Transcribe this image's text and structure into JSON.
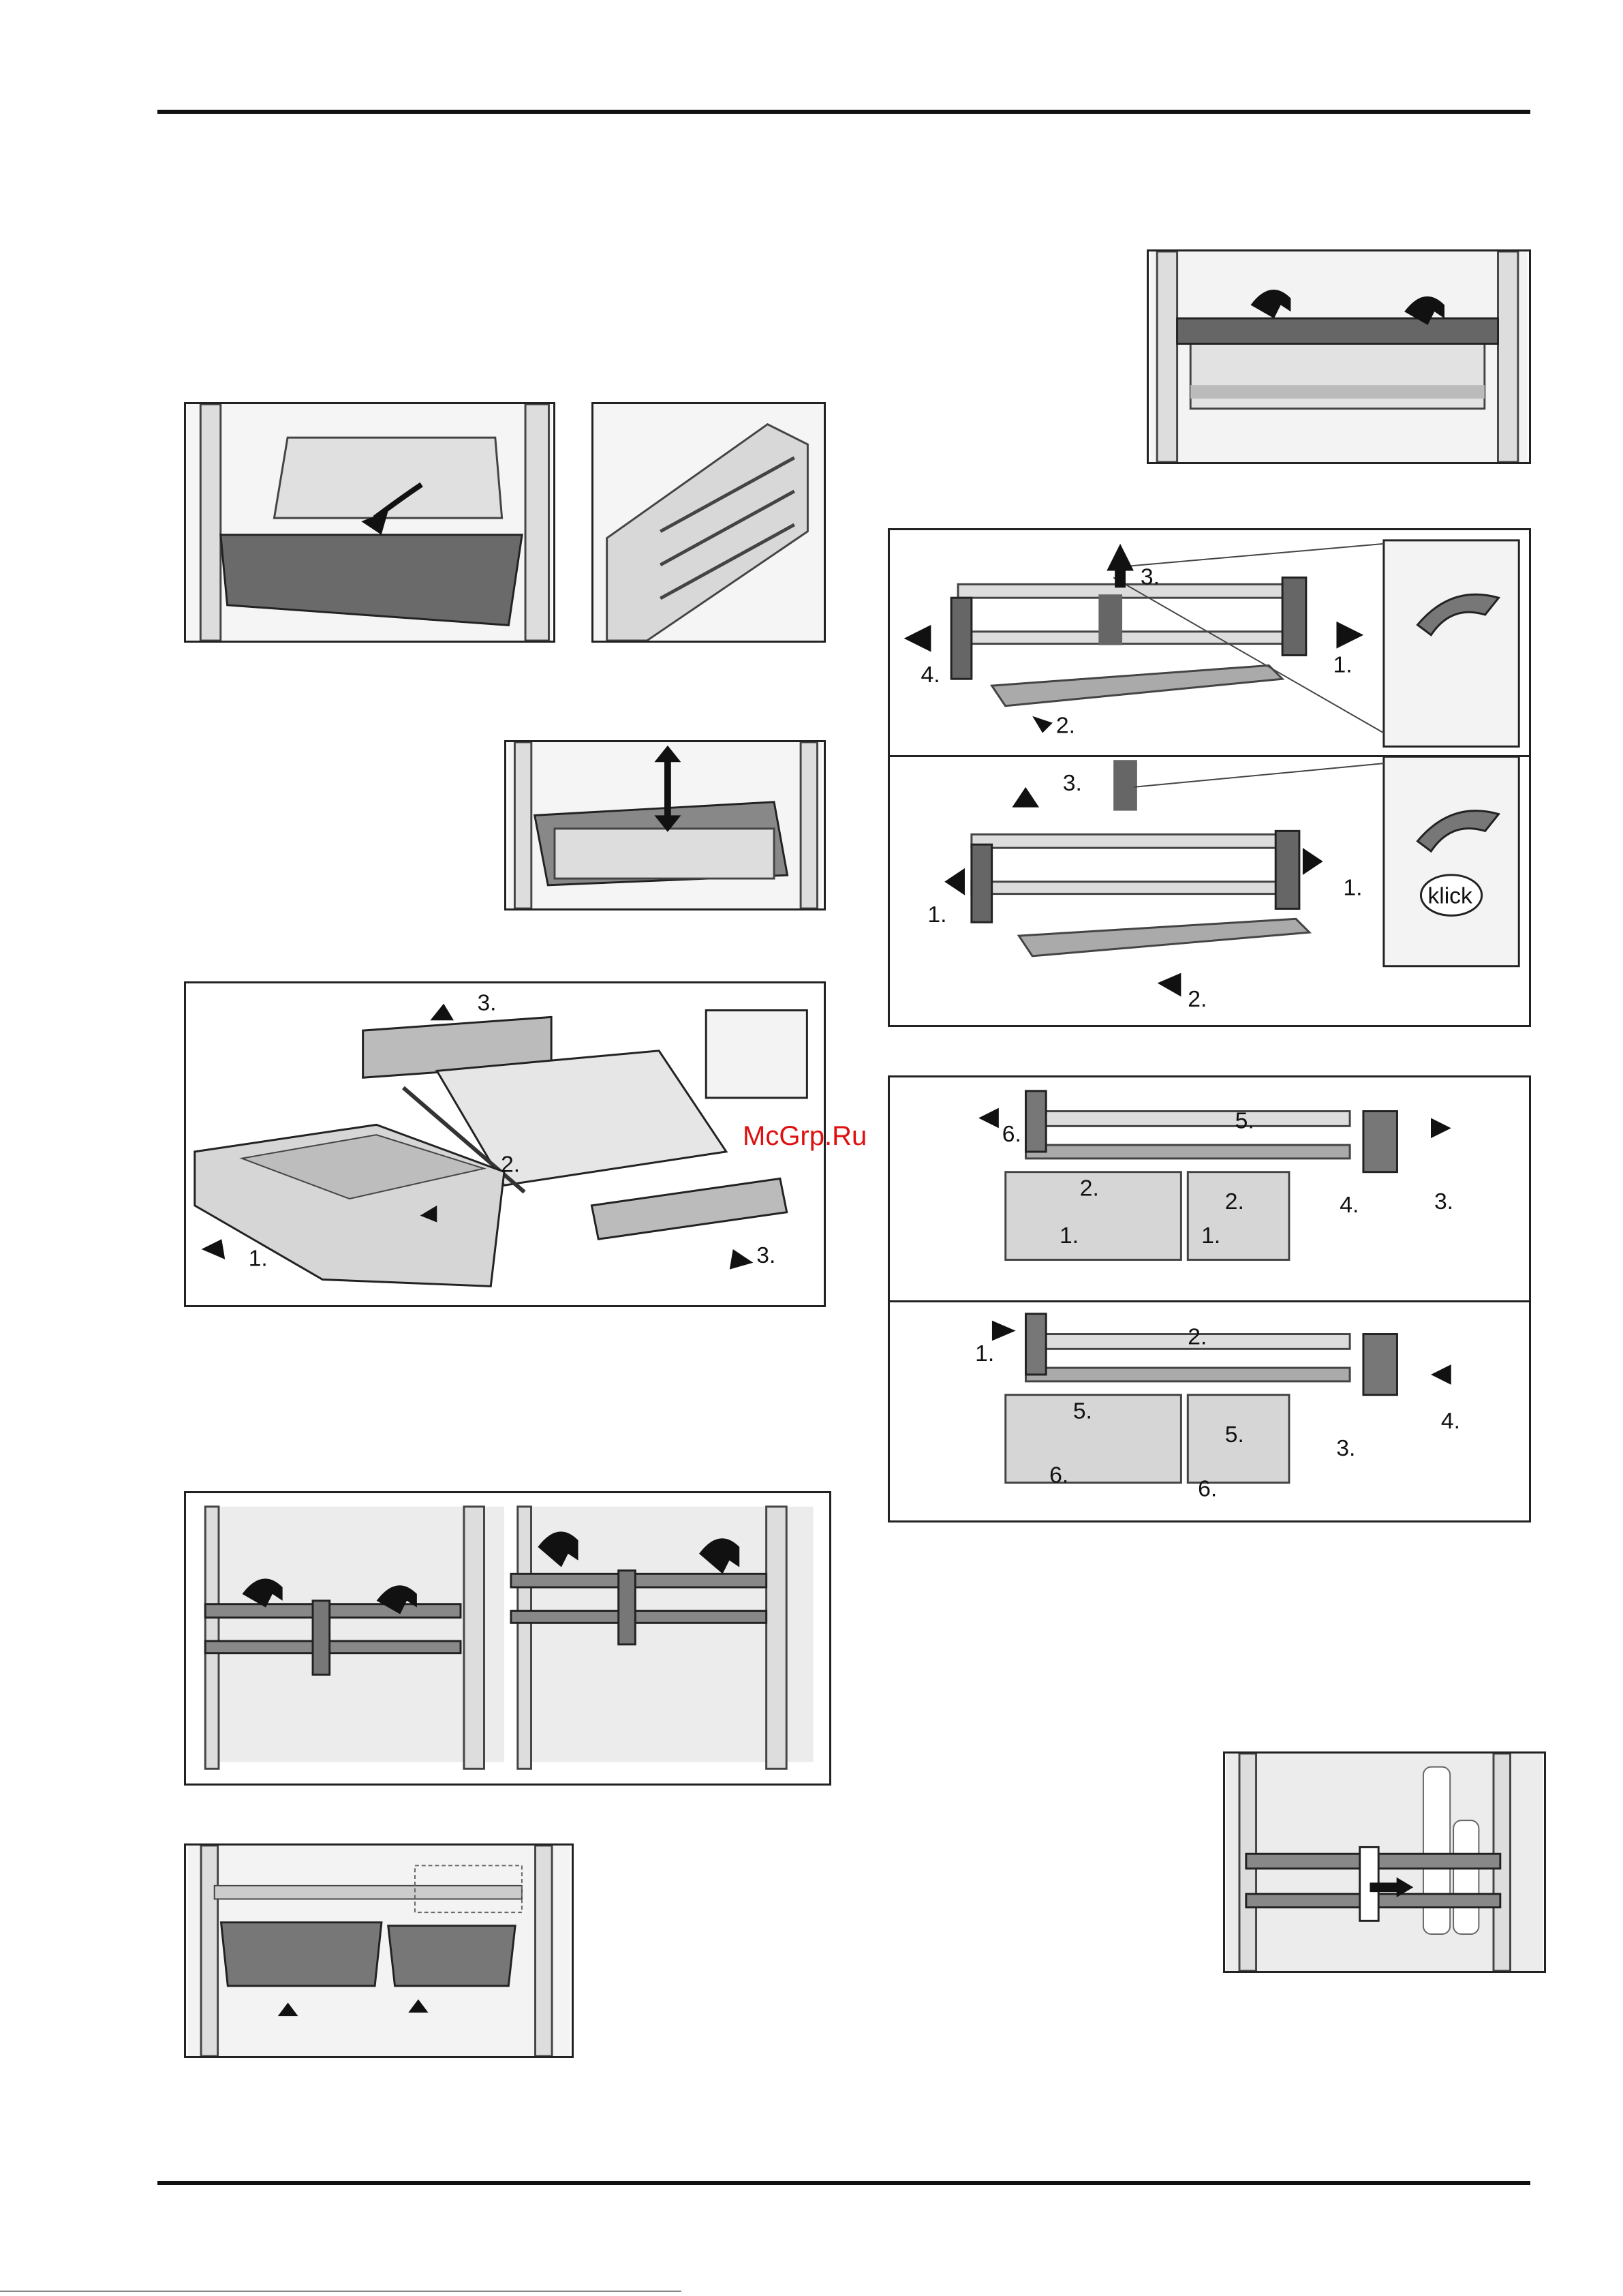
{
  "watermark": "McGrp.Ru",
  "figures": {
    "fig_shelf_lift": {
      "icon": "shelf-lift-illustration"
    },
    "fig_drawer_pull": {
      "icon": "drawer-pull-illustration"
    },
    "fig_drawer_side": {
      "icon": "drawer-rail-detail-illustration"
    },
    "fig_drawer_updown": {
      "icon": "drawer-up-down-illustration"
    },
    "fig_drawer_disassembly": {
      "icon": "drawer-disassembly-illustration",
      "labels": [
        "3.",
        "2.",
        "1.",
        "3."
      ]
    },
    "fig_shelf_frame": {
      "icon": "shelf-frame-assembly-illustration",
      "top_labels": [
        "3.",
        "4.",
        "1.",
        "2."
      ],
      "bottom_labels": [
        "3.",
        "1.",
        "1.",
        "2."
      ],
      "klick": "klick"
    },
    "fig_rails_pair": {
      "icon": "door-rack-removal-illustration"
    },
    "fig_drawer_combo": {
      "icon": "drawer-combo-assembly-illustration",
      "top_labels": [
        "6.",
        "5.",
        "2.",
        "2.",
        "4.",
        "3.",
        "1.",
        "1."
      ],
      "bottom_labels": [
        "1.",
        "2.",
        "5.",
        "5.",
        "3.",
        "4.",
        "6.",
        "6."
      ]
    },
    "fig_boxes": {
      "icon": "door-boxes-removal-illustration"
    },
    "fig_bottles": {
      "icon": "bottle-holder-illustration"
    }
  }
}
